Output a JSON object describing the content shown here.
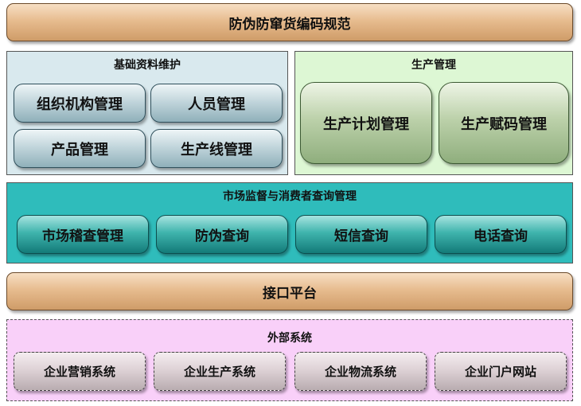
{
  "top_bar": {
    "label": "防伪防窜货编码规范"
  },
  "basic_panel": {
    "title": "基础资料维护",
    "items": [
      "组织机构管理",
      "人员管理",
      "产品管理",
      "生产线管理"
    ]
  },
  "production_panel": {
    "title": "生产管理",
    "items": [
      "生产计划管理",
      "生产赋码管理"
    ]
  },
  "market_panel": {
    "title": "市场监督与消费者查询管理",
    "items": [
      "市场稽查管理",
      "防伪查询",
      "短信查询",
      "电话查询"
    ]
  },
  "interface_bar": {
    "label": "接口平台"
  },
  "external_panel": {
    "title": "外部系统",
    "items": [
      "企业营销系统",
      "企业生产系统",
      "企业物流系统",
      "企业门户网站"
    ]
  },
  "colors": {
    "basic_panel_bg": "#d9e9ee",
    "production_panel_bg": "#ddf7d4",
    "market_panel_bg": "#2fbcbb",
    "external_panel_bg": "#f9d0f9"
  }
}
